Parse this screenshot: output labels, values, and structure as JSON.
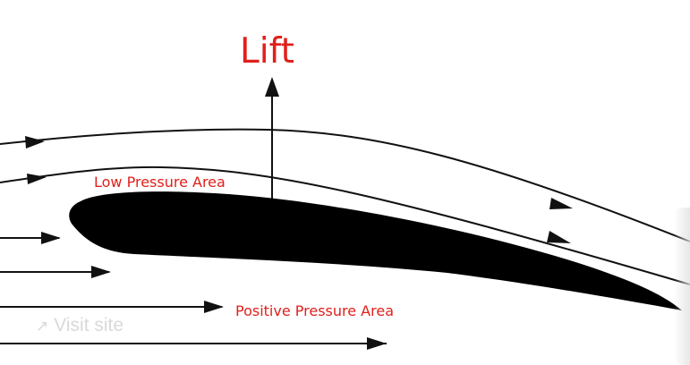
{
  "diagram": {
    "lift_label": "Lift",
    "low_pressure_label": "Low Pressure Area",
    "positive_pressure_label": "Positive Pressure Area",
    "visit_site_label": "Visit site",
    "colors": {
      "label_red": "#e0201b",
      "foil_black": "#000000",
      "line_black": "#111111"
    },
    "icons": {
      "external_link": "north-east-arrow"
    }
  }
}
